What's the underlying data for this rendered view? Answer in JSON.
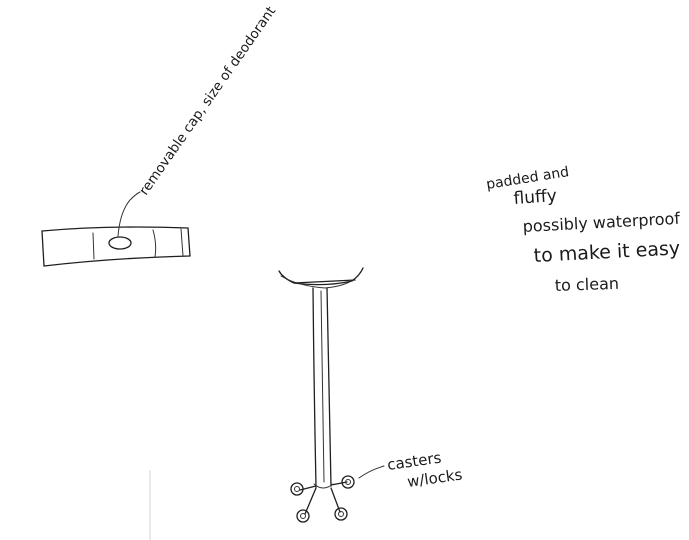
{
  "annotations": {
    "cap_note": "removable cap, size of deodorant",
    "cushion_note": {
      "line1": "padded and",
      "line2": "fluffy",
      "line3": "possibly waterproof",
      "line4": "to make it easy",
      "line5": "to clean"
    },
    "casters_note": {
      "line1": "casters",
      "line2": "w/locks"
    }
  },
  "colors": {
    "ink": "#1f1f1f",
    "paper": "#ffffff"
  }
}
